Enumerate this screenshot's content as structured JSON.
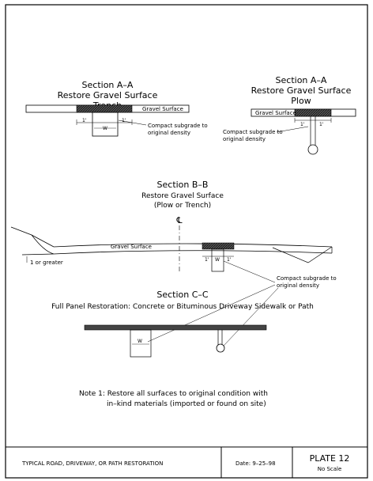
{
  "section_aa_trench": {
    "title": "Section  A–A",
    "subtitle": "Restore Gravel Surface",
    "variant": "Trench",
    "surface_label": "Gravel Surface",
    "dim_left": "1'",
    "dim_center": "W",
    "dim_right": "1'",
    "note_line1": "Compact subgrade to",
    "note_line2": "original density"
  },
  "section_aa_plow": {
    "title": "Section  A–A",
    "subtitle": "Restore Gravel Surface",
    "variant": "Plow",
    "surface_label": "Gravel Surface",
    "dim_left": "1'",
    "dim_right": "1'",
    "note_line1": "Compact subgrade to",
    "note_line2": "original density"
  },
  "section_bb": {
    "title": "Section  B–B",
    "subtitle": "Restore Gravel Surface",
    "variant": "(Plow or Trench)",
    "centerline_symbol": "℄",
    "surface_label": "Gravel Surface",
    "slope_label": "1 or greater",
    "dim_left": "1'",
    "dim_center": "W",
    "dim_right": "1'",
    "note_line1": "Compact subgrade to",
    "note_line2": "original density"
  },
  "section_cc": {
    "title": "Section  C–C",
    "subtitle": "Full Panel Restoration: Concrete or Bituminous Driveway Sidewalk or Path",
    "dim_center": "W"
  },
  "note": {
    "line1": "Note 1:  Restore all surfaces to original condition with",
    "line2": "in–kind materials (imported or found on site)"
  },
  "title_block": {
    "description": "TYPICAL ROAD, DRIVEWAY, OR PATH RESTORATION",
    "date": "Date:  9–25–98",
    "plate": "PLATE 12",
    "scale": "No Scale"
  },
  "colors": {
    "line": "#000000",
    "hatch": "#333333",
    "background": "#ffffff"
  }
}
